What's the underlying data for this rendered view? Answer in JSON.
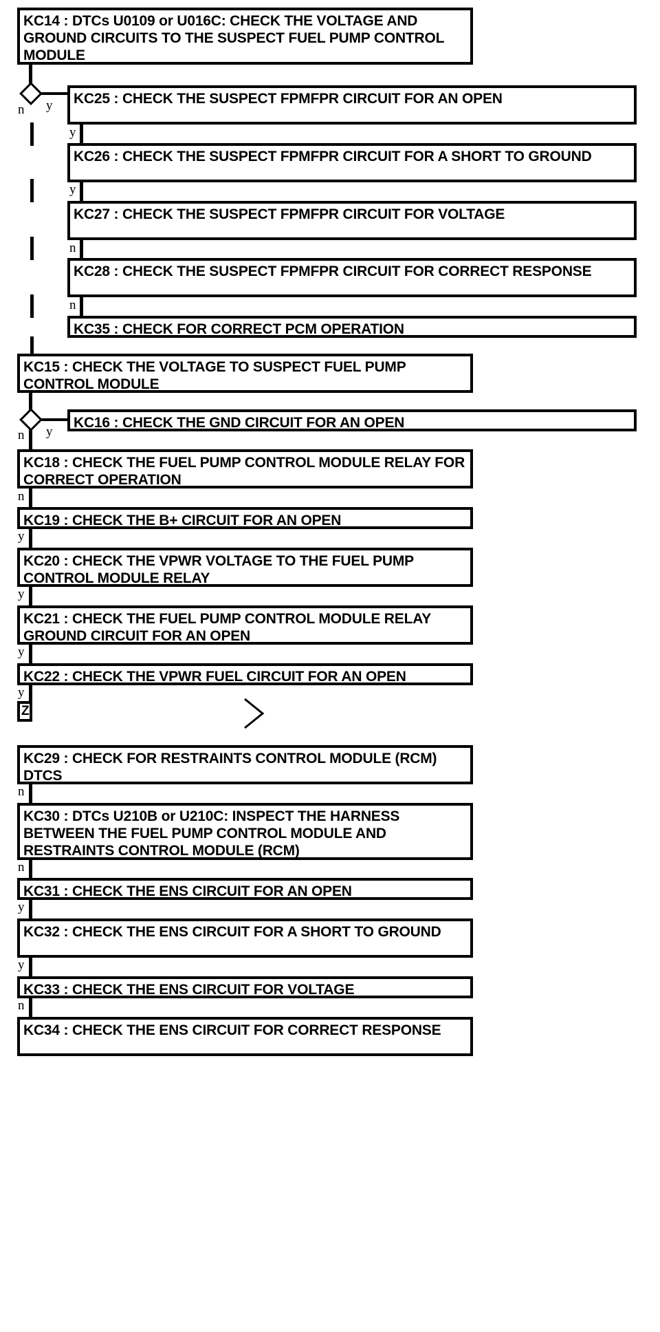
{
  "diagram": {
    "title": "Fuel Pump Control Module Diagnostic Flowchart",
    "type": "flowchart",
    "line_color": "#000000",
    "fill_color": "#ffffff",
    "nodes": [
      {
        "id": "KC14",
        "label": "KC14 : DTCs U0109 or U016C: CHECK THE VOLTAGE AND GROUND CIRCUITS TO THE SUSPECT FUEL PUMP CONTROL MODULE"
      },
      {
        "id": "KC25",
        "label": "KC25 : CHECK THE SUSPECT FPMFPR CIRCUIT FOR AN OPEN"
      },
      {
        "id": "KC26",
        "label": "KC26 : CHECK THE SUSPECT FPMFPR CIRCUIT FOR A SHORT TO GROUND"
      },
      {
        "id": "KC27",
        "label": "KC27 : CHECK THE SUSPECT FPMFPR CIRCUIT FOR VOLTAGE"
      },
      {
        "id": "KC28",
        "label": "KC28 : CHECK THE SUSPECT FPMFPR CIRCUIT FOR CORRECT RESPONSE"
      },
      {
        "id": "KC35",
        "label": "KC35 : CHECK FOR CORRECT PCM OPERATION"
      },
      {
        "id": "KC15",
        "label": "KC15 : CHECK THE VOLTAGE TO SUSPECT FUEL PUMP CONTROL MODULE"
      },
      {
        "id": "KC16",
        "label": "KC16 : CHECK THE GND CIRCUIT FOR AN OPEN"
      },
      {
        "id": "KC18",
        "label": "KC18 : CHECK THE FUEL PUMP CONTROL MODULE RELAY FOR CORRECT OPERATION"
      },
      {
        "id": "KC19",
        "label": "KC19 : CHECK THE B+ CIRCUIT FOR AN OPEN"
      },
      {
        "id": "KC20",
        "label": "KC20 : CHECK THE VPWR VOLTAGE TO THE FUEL PUMP CONTROL MODULE RELAY"
      },
      {
        "id": "KC21",
        "label": "KC21 : CHECK THE FUEL PUMP CONTROL MODULE RELAY GROUND CIRCUIT FOR AN OPEN"
      },
      {
        "id": "KC22",
        "label": "KC22 : CHECK THE VPWR FUEL CIRCUIT FOR AN OPEN"
      },
      {
        "id": "KC29",
        "label": "KC29 : CHECK FOR RESTRAINTS CONTROL MODULE (RCM) DTCS"
      },
      {
        "id": "KC30",
        "label": "KC30 : DTCs U210B or U210C: INSPECT THE HARNESS BETWEEN THE FUEL PUMP CONTROL MODULE AND RESTRAINTS CONTROL MODULE (RCM)"
      },
      {
        "id": "KC31",
        "label": "KC31 : CHECK THE ENS CIRCUIT FOR AN OPEN"
      },
      {
        "id": "KC32",
        "label": "KC32 : CHECK THE ENS CIRCUIT FOR A SHORT TO GROUND"
      },
      {
        "id": "KC33",
        "label": "KC33 : CHECK THE ENS CIRCUIT FOR VOLTAGE"
      },
      {
        "id": "KC34",
        "label": "KC34 : CHECK THE ENS CIRCUIT FOR CORRECT RESPONSE"
      }
    ],
    "connector_box": {
      "label": "Z"
    },
    "edge_labels": {
      "kc14_no": "n",
      "kc14_yes": "y",
      "kc25_yes": "y",
      "kc26_yes": "y",
      "kc27_no": "n",
      "kc28_no": "n",
      "kc15_no": "n",
      "kc15_yes": "y",
      "kc18_no": "n",
      "kc19_yes": "y",
      "kc20_yes": "y",
      "kc21_yes": "y",
      "kc22_yes": "y",
      "kc29_no": "n",
      "kc30_no": "n",
      "kc31_yes": "y",
      "kc32_yes": "y",
      "kc33_no": "n"
    }
  }
}
